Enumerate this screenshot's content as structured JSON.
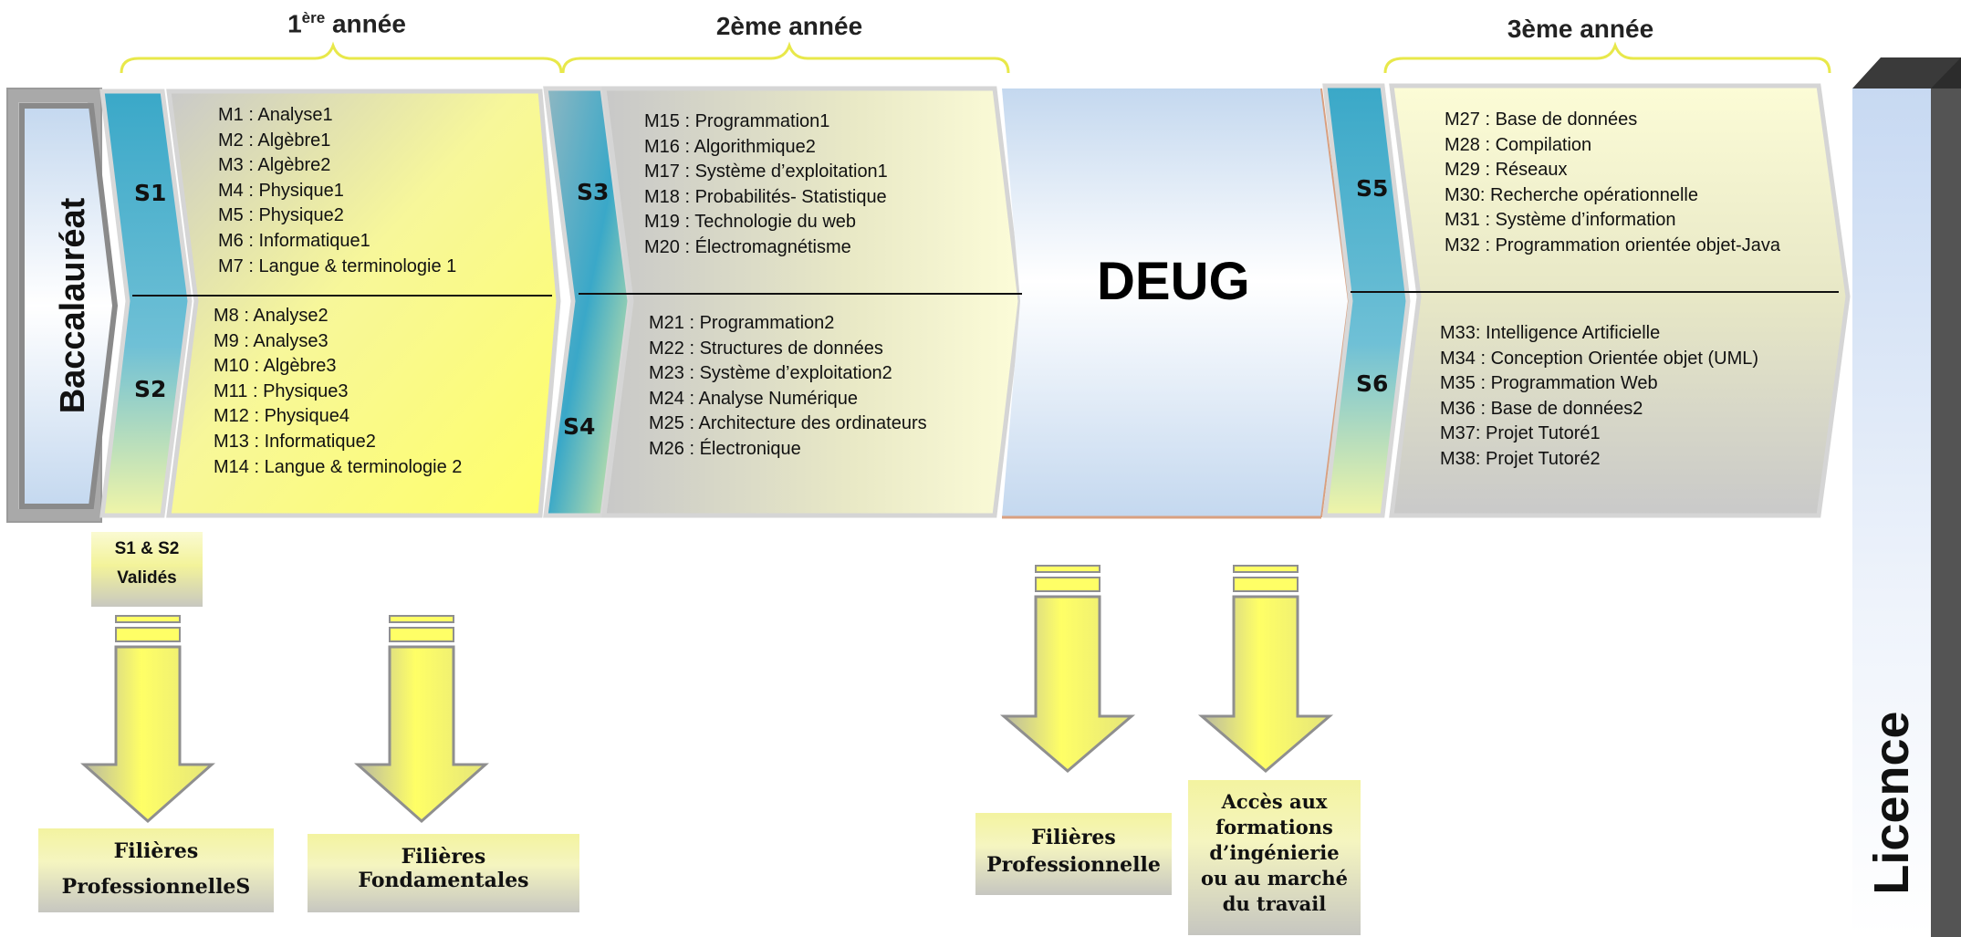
{
  "years": {
    "y1_num": "1",
    "y1_sup": "ère",
    "y1_word": "année",
    "y2": "2ème année",
    "y3": "3ème année"
  },
  "entry": {
    "label": "Baccalauréat"
  },
  "semesters": {
    "s1": "S1",
    "s2": "S2",
    "s3": "S3",
    "s4": "S4",
    "s5": "S5",
    "s6": "S6"
  },
  "modules": {
    "s1": [
      "M1 : Analyse1",
      "M2 : Algèbre1",
      "M3 : Algèbre2",
      "M4 : Physique1",
      "M5 : Physique2",
      "M6 : Informatique1",
      "M7 : Langue & terminologie 1"
    ],
    "s2": [
      "M8 : Analyse2",
      "M9 : Analyse3",
      "M10 : Algèbre3",
      "M11 : Physique3",
      "M12 : Physique4",
      "M13 : Informatique2",
      "M14 : Langue & terminologie 2"
    ],
    "s3": [
      "M15 : Programmation1",
      "M16 : Algorithmique2",
      "M17 : Système d’exploitation1",
      "M18 : Probabilités- Statistique",
      "M19 : Technologie du web",
      "M20 :  Électromagnétisme"
    ],
    "s4": [
      "M21 : Programmation2",
      "M22 : Structures de données",
      "M23 : Système d’exploitation2",
      "M24 : Analyse Numérique",
      "M25 : Architecture des ordinateurs",
      "M26 : Électronique"
    ],
    "s5": [
      "M27 : Base de données",
      "M28 : Compilation",
      "M29 : Réseaux",
      "M30: Recherche opérationnelle",
      "M31 : Système d’information",
      "M32 : Programmation orientée objet-Java"
    ],
    "s6": [
      "M33: Intelligence Artificielle",
      "M34 : Conception Orientée objet (UML)",
      "M35 : Programmation Web",
      "M36 : Base de données2",
      "M37: Projet Tutoré1",
      "M38: Projet Tutoré2"
    ]
  },
  "deug": "DEUG",
  "licence": "Licence",
  "validation": {
    "line1": "S1 &  S2",
    "line2": "Validés"
  },
  "outcomes": {
    "pro1_line1": "Filières",
    "pro1_line2": "ProfessionnelleS",
    "fond_line1": "Filières",
    "fond_line2": "Fondamentales",
    "pro2_line1": "Filières",
    "pro2_line2": "Professionnelle",
    "eng_lines": [
      "Accès aux",
      "formations",
      "d’ingénierie",
      "ou au marché",
      "du travail"
    ]
  }
}
